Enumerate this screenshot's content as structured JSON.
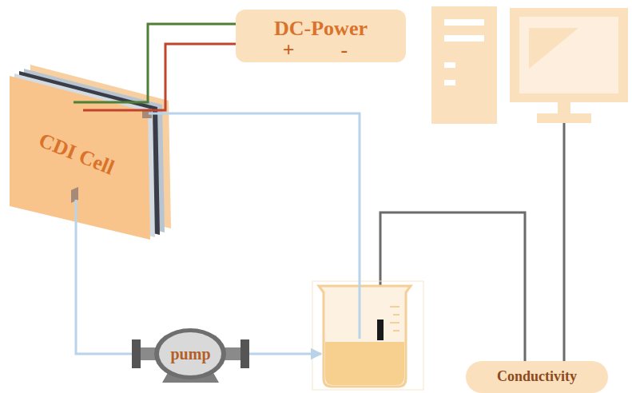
{
  "diagram": {
    "nodes": [
      {
        "text": [
          "DC-Power",
          "+",
          "-"
        ]
      },
      {
        "text": [
          "CDI Cell"
        ]
      },
      {
        "text": [
          "pump"
        ]
      },
      {
        "text": [
          "Conductivity"
        ]
      }
    ],
    "edges": [
      {
        "from": 0,
        "to": 1,
        "arrow": "none"
      },
      {
        "from": 0,
        "to": 1,
        "arrow": "none"
      },
      {
        "from": 1,
        "to": 2,
        "arrow": "none"
      }
    ]
  }
}
